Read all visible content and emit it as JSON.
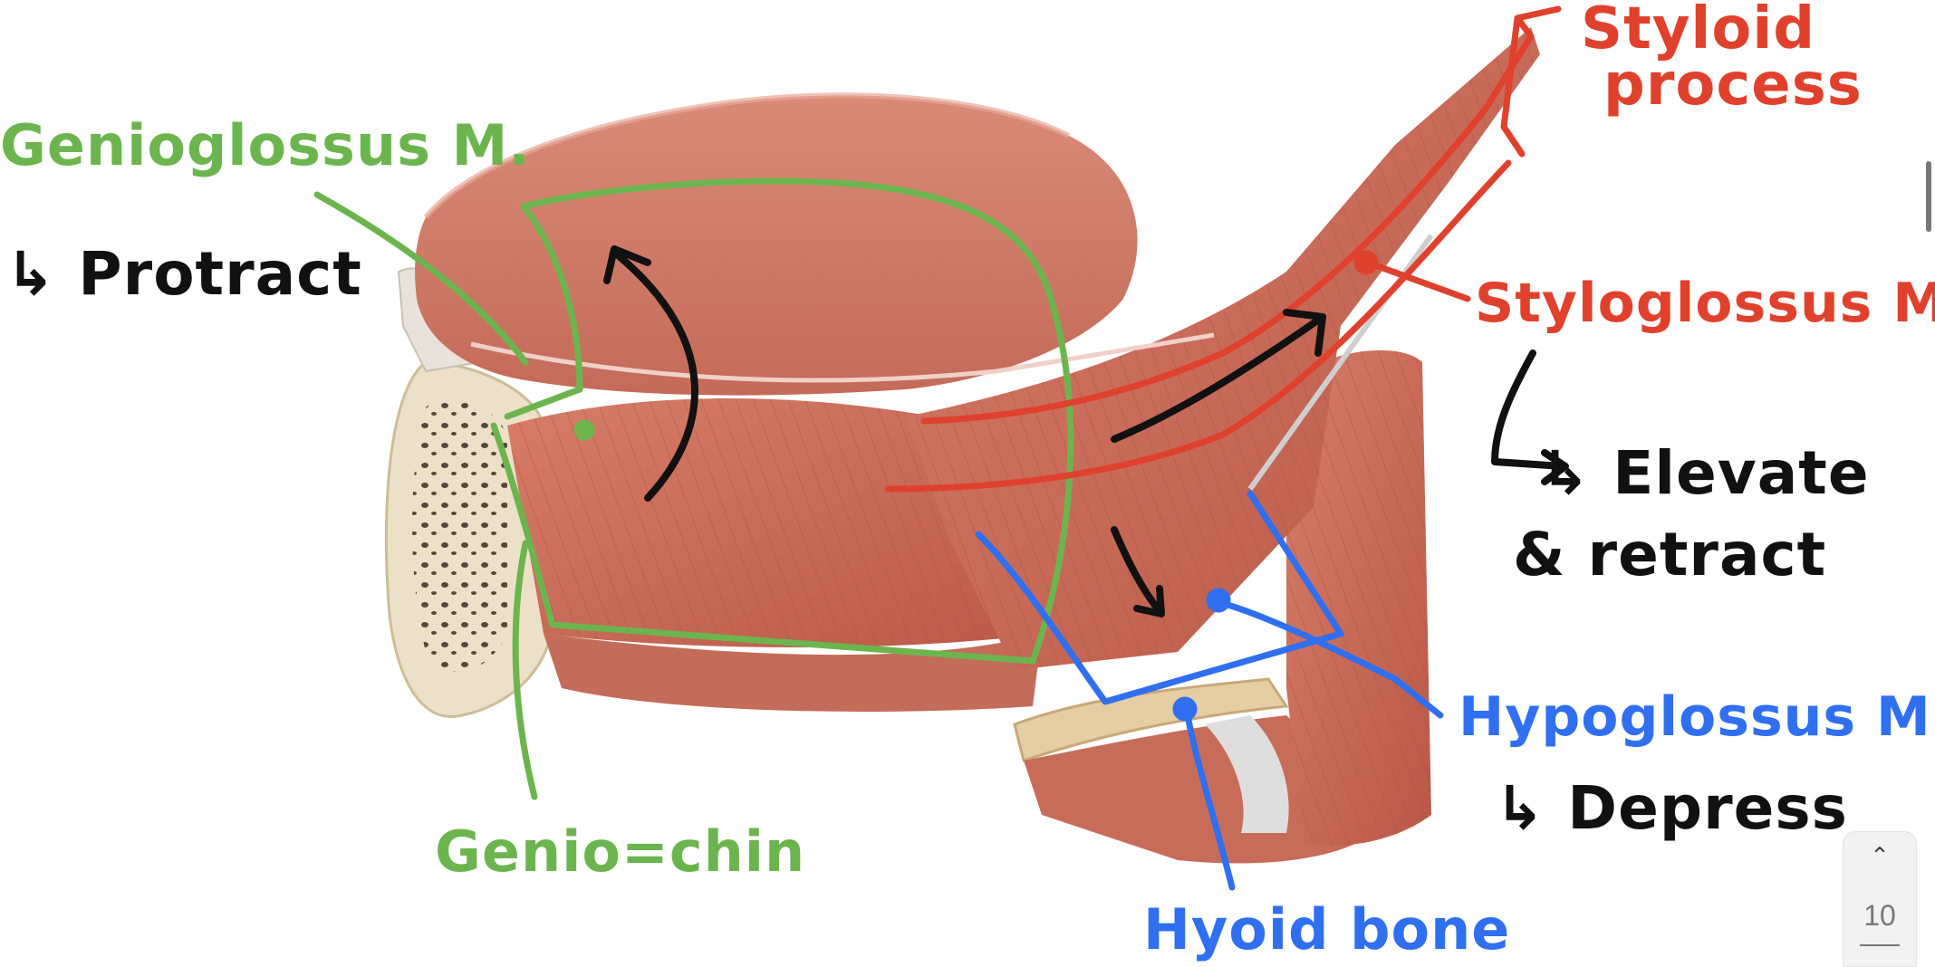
{
  "labels": {
    "genioglossus": "Genioglossus M.",
    "protract": "↳ Protract",
    "genio_chin": "Genio=chin",
    "styloid": "Styloid",
    "process": "process",
    "styloglossus": "Styloglossus M.",
    "elevate": "↳ Elevate",
    "and_retract": "& retract",
    "hypoglossus": "Hypoglossus M.",
    "depress": "↳ Depress",
    "hyoid": "Hyoid bone"
  },
  "page_indicator": {
    "up_icon": "chevron-up-icon",
    "page_number": "10"
  },
  "colors": {
    "genioglossus": "#6cb54e",
    "styloglossus": "#e0412d",
    "hypoglossus": "#2f6ff0",
    "action": "#111111"
  }
}
